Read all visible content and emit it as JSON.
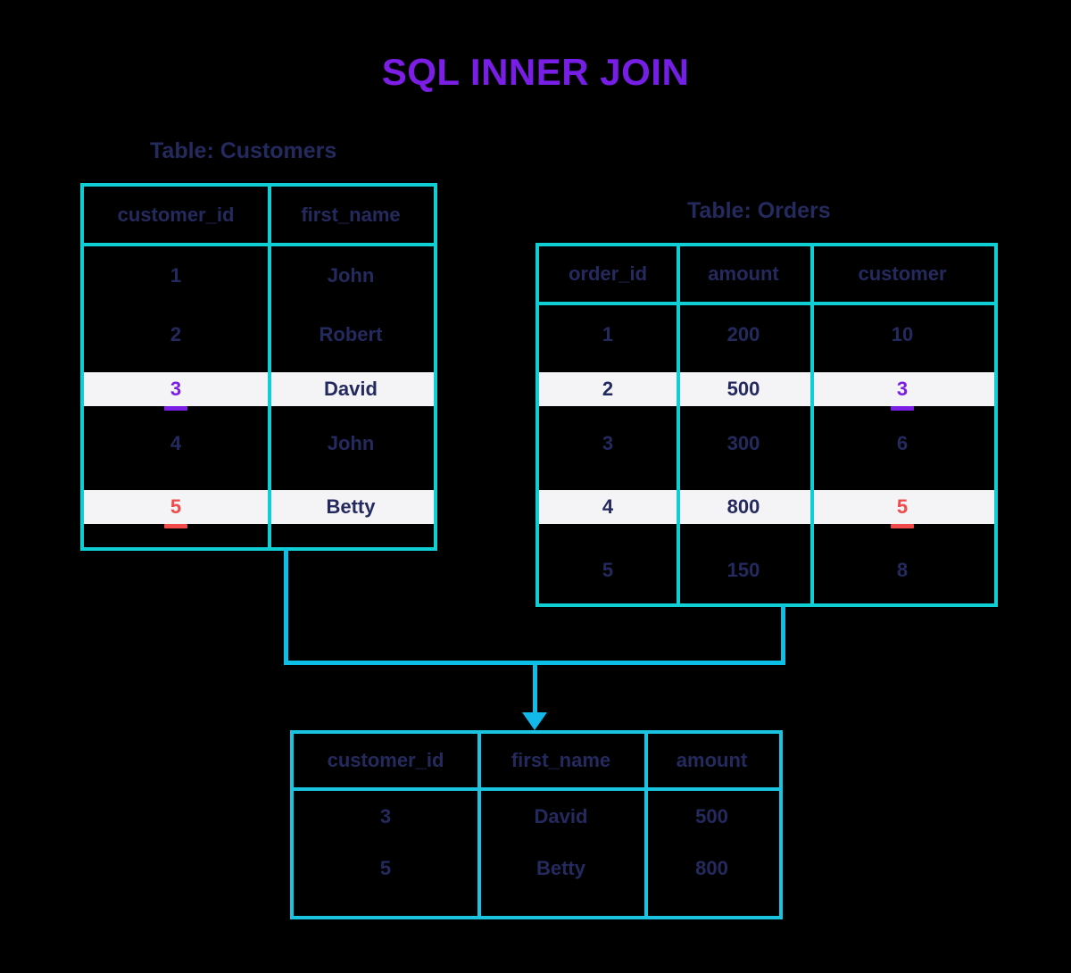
{
  "title": "SQL INNER JOIN",
  "colors": {
    "background": "#000000",
    "border_cyan": "#0fcfd4",
    "connector_blue": "#0bbfe6",
    "text_navy": "#252a5e",
    "highlight_row": "#f4f4f7",
    "match_purple": "#7a1ee6",
    "match_red": "#f04a4a",
    "title_gradient_start": "#8d18e6",
    "title_gradient_end": "#6820e2"
  },
  "customers": {
    "caption": "Table: Customers",
    "columns": [
      "customer_id",
      "first_name"
    ],
    "rows": [
      {
        "customer_id": "1",
        "first_name": "John",
        "highlight": false,
        "mark": null
      },
      {
        "customer_id": "2",
        "first_name": "Robert",
        "highlight": false,
        "mark": null
      },
      {
        "customer_id": "3",
        "first_name": "David",
        "highlight": true,
        "mark": "purple"
      },
      {
        "customer_id": "4",
        "first_name": "John",
        "highlight": false,
        "mark": null
      },
      {
        "customer_id": "5",
        "first_name": "Betty",
        "highlight": true,
        "mark": "red"
      }
    ]
  },
  "orders": {
    "caption": "Table: Orders",
    "columns": [
      "order_id",
      "amount",
      "customer"
    ],
    "rows": [
      {
        "order_id": "1",
        "amount": "200",
        "customer": "10",
        "highlight": false,
        "mark": null
      },
      {
        "order_id": "2",
        "amount": "500",
        "customer": "3",
        "highlight": true,
        "mark": "purple"
      },
      {
        "order_id": "3",
        "amount": "300",
        "customer": "6",
        "highlight": false,
        "mark": null
      },
      {
        "order_id": "4",
        "amount": "800",
        "customer": "5",
        "highlight": true,
        "mark": "red"
      },
      {
        "order_id": "5",
        "amount": "150",
        "customer": "8",
        "highlight": false,
        "mark": null
      }
    ]
  },
  "result": {
    "columns": [
      "customer_id",
      "first_name",
      "amount"
    ],
    "rows": [
      {
        "customer_id": "3",
        "first_name": "David",
        "amount": "500"
      },
      {
        "customer_id": "5",
        "first_name": "Betty",
        "amount": "800"
      }
    ]
  }
}
